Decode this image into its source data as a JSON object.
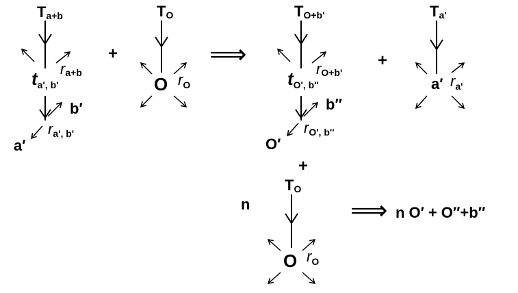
{
  "top_row": {
    "diagram1": {
      "T_main": "T",
      "T_sub": "a+b",
      "r1_main": "r",
      "r1_sub": "a+b",
      "t_main": "t",
      "t_sub": "a', b'",
      "b": "b",
      "b_prime": "′",
      "r2_main": "r",
      "r2_sub": "a', b'",
      "a": "a",
      "a_prime": "′"
    },
    "plus1": "+",
    "diagram2": {
      "T_main": "T",
      "T_sub": "O",
      "node": "O",
      "r_main": "r",
      "r_sub": "O"
    },
    "implies1": "⟹",
    "diagram3": {
      "T_main": "T",
      "T_sub": "O+b'",
      "r1_main": "r",
      "r1_sub": "O+b'",
      "t_main": "t",
      "t_sub": "O', b''",
      "b": "b",
      "b_prime": "′′",
      "r2_main": "r",
      "r2_sub": "O', b''",
      "o": "O",
      "o_prime": "′"
    },
    "plus2": "+",
    "diagram4": {
      "T_main": "T",
      "T_sub": "a'",
      "node": "a",
      "node_prime": "′",
      "r_main": "r",
      "r_sub": "a'"
    }
  },
  "bottom": {
    "plus": "+",
    "n": "n",
    "diagram5": {
      "T_main": "T",
      "T_sub": "O",
      "node": "O",
      "r_main": "r",
      "r_sub": "O"
    },
    "implies": "⟹",
    "result": {
      "n": "n",
      "o1": "O",
      "o1_prime": "′",
      "plus1": "+",
      "o2": "O",
      "o2_prime": "′′",
      "plus2": "+",
      "b": "b",
      "b_prime": "′′"
    }
  }
}
